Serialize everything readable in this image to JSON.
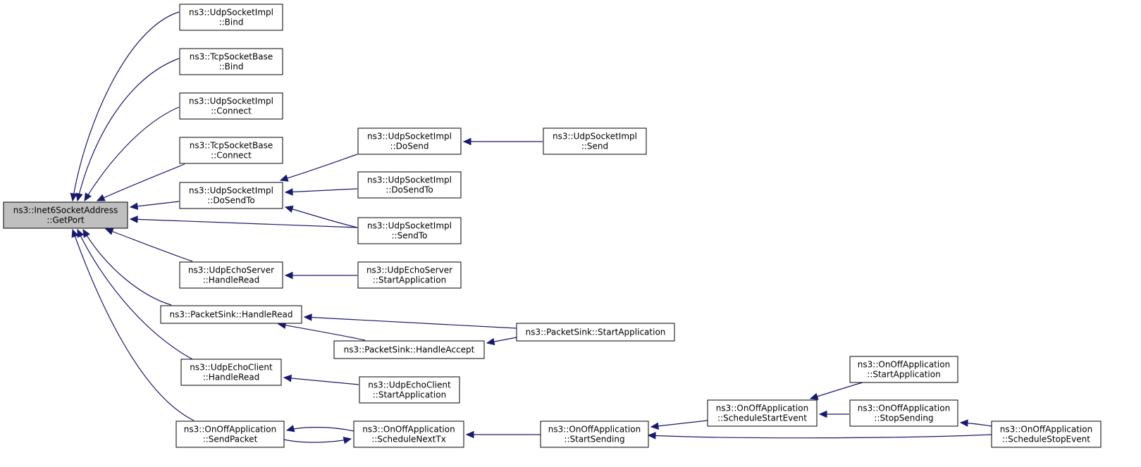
{
  "nodes": [
    {
      "id": "root",
      "lines": [
        "ns3::Inet6SocketAddress",
        "::GetPort"
      ],
      "root": true
    },
    {
      "id": "udp_bind",
      "lines": [
        "ns3::UdpSocketImpl",
        "::Bind"
      ]
    },
    {
      "id": "tcp_bind",
      "lines": [
        "ns3::TcpSocketBase",
        "::Bind"
      ]
    },
    {
      "id": "udp_connect",
      "lines": [
        "ns3::UdpSocketImpl",
        "::Connect"
      ]
    },
    {
      "id": "tcp_connect",
      "lines": [
        "ns3::TcpSocketBase",
        "::Connect"
      ]
    },
    {
      "id": "udp_dosendto",
      "lines": [
        "ns3::UdpSocketImpl",
        "::DoSendTo"
      ]
    },
    {
      "id": "udp_dosend",
      "lines": [
        "ns3::UdpSocketImpl",
        "::DoSend"
      ]
    },
    {
      "id": "udp_dosendto2",
      "lines": [
        "ns3::UdpSocketImpl",
        "::DoSendTo"
      ]
    },
    {
      "id": "udp_sendto",
      "lines": [
        "ns3::UdpSocketImpl",
        "::SendTo"
      ]
    },
    {
      "id": "udp_send",
      "lines": [
        "ns3::UdpSocketImpl",
        "::Send"
      ]
    },
    {
      "id": "echoserver_handleread",
      "lines": [
        "ns3::UdpEchoServer",
        "::HandleRead"
      ]
    },
    {
      "id": "echoserver_start",
      "lines": [
        "ns3::UdpEchoServer",
        "::StartApplication"
      ]
    },
    {
      "id": "sink_handleread",
      "lines": [
        "ns3::PacketSink::HandleRead"
      ]
    },
    {
      "id": "sink_handleaccept",
      "lines": [
        "ns3::PacketSink::HandleAccept"
      ]
    },
    {
      "id": "sink_start",
      "lines": [
        "ns3::PacketSink::StartApplication"
      ]
    },
    {
      "id": "echoclient_handleread",
      "lines": [
        "ns3::UdpEchoClient",
        "::HandleRead"
      ]
    },
    {
      "id": "echoclient_start",
      "lines": [
        "ns3::UdpEchoClient",
        "::StartApplication"
      ]
    },
    {
      "id": "onoff_sendpacket",
      "lines": [
        "ns3::OnOffApplication",
        "::SendPacket"
      ]
    },
    {
      "id": "onoff_schednexttx",
      "lines": [
        "ns3::OnOffApplication",
        "::ScheduleNextTx"
      ]
    },
    {
      "id": "onoff_startsending",
      "lines": [
        "ns3::OnOffApplication",
        "::StartSending"
      ]
    },
    {
      "id": "onoff_schedstart",
      "lines": [
        "ns3::OnOffApplication",
        "::ScheduleStartEvent"
      ]
    },
    {
      "id": "onoff_startapp",
      "lines": [
        "ns3::OnOffApplication",
        "::StartApplication"
      ]
    },
    {
      "id": "onoff_stopsending",
      "lines": [
        "ns3::OnOffApplication",
        "::StopSending"
      ]
    },
    {
      "id": "onoff_schedstop",
      "lines": [
        "ns3::OnOffApplication",
        "::ScheduleStopEvent"
      ]
    }
  ],
  "edges": [
    {
      "from": "udp_bind",
      "to": "root"
    },
    {
      "from": "tcp_bind",
      "to": "root"
    },
    {
      "from": "udp_connect",
      "to": "root"
    },
    {
      "from": "tcp_connect",
      "to": "root"
    },
    {
      "from": "udp_dosendto",
      "to": "root"
    },
    {
      "from": "udp_sendto",
      "to": "root"
    },
    {
      "from": "echoserver_handleread",
      "to": "root"
    },
    {
      "from": "sink_handleread",
      "to": "root"
    },
    {
      "from": "echoclient_handleread",
      "to": "root"
    },
    {
      "from": "onoff_sendpacket",
      "to": "root"
    },
    {
      "from": "udp_dosend",
      "to": "udp_dosendto"
    },
    {
      "from": "udp_dosendto2",
      "to": "udp_dosendto"
    },
    {
      "from": "udp_sendto",
      "to": "udp_dosendto"
    },
    {
      "from": "udp_send",
      "to": "udp_dosend"
    },
    {
      "from": "echoserver_start",
      "to": "echoserver_handleread"
    },
    {
      "from": "sink_start",
      "to": "sink_handleread"
    },
    {
      "from": "sink_handleaccept",
      "to": "sink_handleread"
    },
    {
      "from": "sink_start",
      "to": "sink_handleaccept"
    },
    {
      "from": "echoclient_start",
      "to": "echoclient_handleread"
    },
    {
      "from": "onoff_schednexttx",
      "to": "onoff_sendpacket"
    },
    {
      "from": "onoff_sendpacket",
      "to": "onoff_schednexttx"
    },
    {
      "from": "onoff_startsending",
      "to": "onoff_schednexttx"
    },
    {
      "from": "onoff_schedstart",
      "to": "onoff_startsending"
    },
    {
      "from": "onoff_schedstop",
      "to": "onoff_startsending"
    },
    {
      "from": "onoff_startapp",
      "to": "onoff_schedstart"
    },
    {
      "from": "onoff_stopsending",
      "to": "onoff_schedstart"
    },
    {
      "from": "onoff_schedstop",
      "to": "onoff_stopsending"
    }
  ],
  "colors": {
    "edge": "#191970",
    "root_fill": "#bfbfbf",
    "node_fill": "#ffffff"
  }
}
